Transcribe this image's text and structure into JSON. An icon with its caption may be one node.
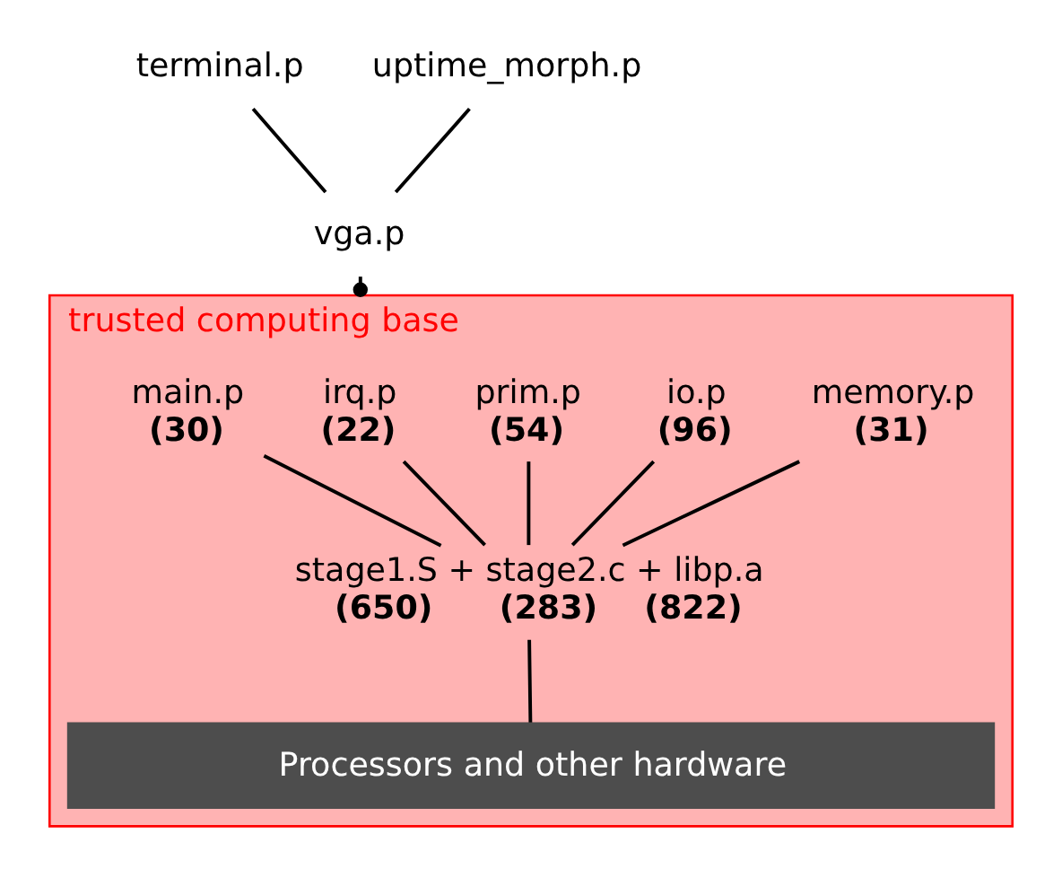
{
  "diagram": {
    "nodes": [
      {
        "text": [
          "terminal.p"
        ]
      },
      {
        "text": [
          "uptime_morph.p"
        ]
      },
      {
        "text": [
          "vga.p"
        ]
      },
      {
        "text": [
          "trusted computing base"
        ]
      },
      {
        "text": [
          "memory.p",
          "(31)"
        ],
        "in": 3
      },
      {
        "text": [
          "io.p",
          "(96)"
        ],
        "in": 3
      },
      {
        "text": [
          "prim.p",
          "(54)"
        ],
        "in": 3
      },
      {
        "text": [
          "irq.p",
          "(22)"
        ],
        "in": 3
      },
      {
        "text": [
          "main.p",
          "(30)"
        ],
        "in": 3
      },
      {
        "text": [
          "stage1.S + stage2.c + libp.a",
          "(650)",
          "(283)",
          "(822)"
        ],
        "in": 3
      },
      {
        "text": [
          "Processors and other hardware"
        ],
        "in": 3
      }
    ],
    "edges": [
      {
        "from": 0,
        "to": 2,
        "arrow": "none"
      },
      {
        "from": 1,
        "to": 2,
        "arrow": "none"
      },
      {
        "from": 2,
        "to": 3,
        "arrow": "other"
      },
      {
        "from": 4,
        "to": 9,
        "arrow": "none"
      },
      {
        "from": 5,
        "to": 9,
        "arrow": "none"
      },
      {
        "from": 6,
        "to": 9,
        "arrow": "none"
      },
      {
        "from": 7,
        "to": 9,
        "arrow": "none"
      },
      {
        "from": 8,
        "to": 9,
        "arrow": "none"
      },
      {
        "from": 9,
        "to": 10,
        "arrow": "none"
      }
    ]
  }
}
